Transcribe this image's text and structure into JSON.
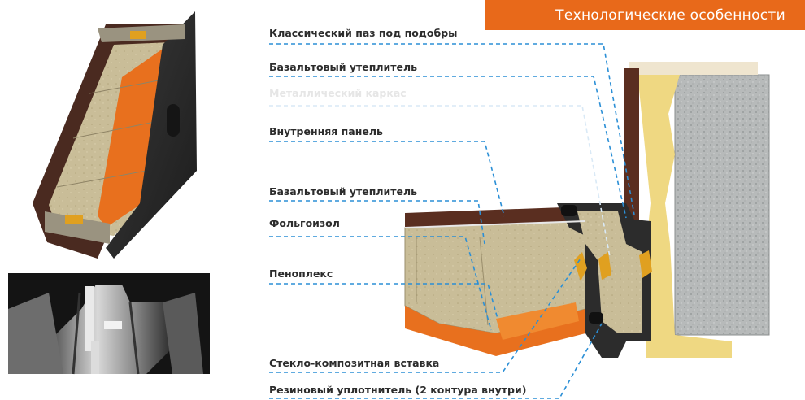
{
  "header": {
    "title": "Технологические особенности"
  },
  "labels": [
    {
      "id": "classic-groove",
      "text": "Классический паз под подобры"
    },
    {
      "id": "basalt-insulation-1",
      "text": "Базальтовый утеплитель"
    },
    {
      "id": "faded-label",
      "text": "Металлический каркас"
    },
    {
      "id": "inner-panel",
      "text": "Внутренняя панель"
    },
    {
      "id": "basalt-insulation-2",
      "text": "Базальтовый утеплитель"
    },
    {
      "id": "folgoizol",
      "text": "Фольгоизол"
    },
    {
      "id": "penoplex",
      "text": "Пеноплекс"
    },
    {
      "id": "glass-composite",
      "text": "Стекло-композитная вставка"
    },
    {
      "id": "rubber-seal",
      "text": "Резиновый уплотнитель (2 контура внутри)"
    }
  ],
  "colors": {
    "accent": "#e8691a",
    "leader": "#2b8fd6",
    "insulation": "#cbbf9a",
    "penoplex": "#e8701e",
    "wood": "#5a2e20",
    "concrete": "#b9bcbc",
    "foam": "#efd882"
  }
}
